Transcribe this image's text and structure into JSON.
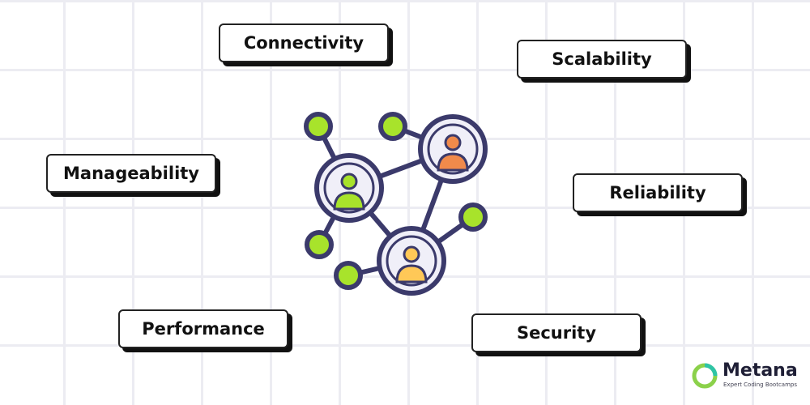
{
  "diagram": {
    "tags": {
      "connectivity": "Connectivity",
      "scalability": "Scalability",
      "manageability": "Manageability",
      "reliability": "Reliability",
      "performance": "Performance",
      "security": "Security"
    }
  },
  "brand": {
    "name": "Metana",
    "tagline": "Expert Coding Bootcamps"
  },
  "colors": {
    "outline": "#3b3a6b",
    "node_fill": "#f0eff8",
    "dot_green": "#a8e32b",
    "person_green": "#a8e32b",
    "person_orange": "#f08a4b",
    "person_yellow": "#ffc857",
    "tag_border": "#222222",
    "logo_green": "#8bd14a",
    "logo_teal": "#2ec4a6"
  }
}
